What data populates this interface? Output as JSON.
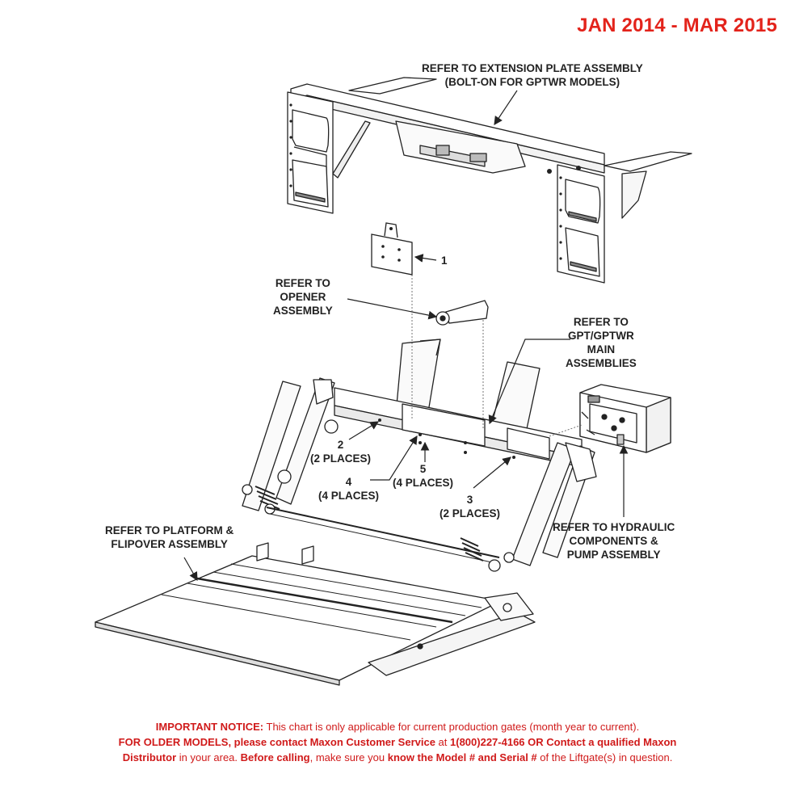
{
  "header": {
    "date_range": "JAN 2014 - MAR 2015"
  },
  "callouts": {
    "extension_plate": [
      "REFER TO EXTENSION PLATE ASSEMBLY",
      "(BOLT-ON FOR GPTWR MODELS)"
    ],
    "opener": [
      "REFER TO",
      "OPENER",
      "ASSEMBLY"
    ],
    "main_assemblies": [
      "REFER TO",
      "GPT/GPTWR",
      "MAIN",
      "ASSEMBLIES"
    ],
    "hydraulic": [
      "REFER TO HYDRAULIC",
      "COMPONENTS &",
      "PUMP ASSEMBLY"
    ],
    "platform": [
      "REFER TO PLATFORM &",
      "FLIPOVER ASSEMBLY"
    ]
  },
  "part_labels": {
    "p1": "1",
    "p2": [
      "2",
      "(2 PLACES)"
    ],
    "p3": [
      "3",
      "(2 PLACES)"
    ],
    "p4": [
      "4",
      "(4 PLACES)"
    ],
    "p5": [
      "5",
      "(4 PLACES)"
    ]
  },
  "notice": {
    "l1_b": "IMPORTANT NOTICE:",
    "l1_t": " This chart is only applicable for current production gates (month year to current).",
    "l2_b1": "FOR OLDER MODELS, please contact Maxon Customer Service",
    "l2_t1": " at ",
    "l2_b2": "1(800)227-4166 OR Contact a qualified Maxon",
    "l3_b1": "Distributor",
    "l3_t1": " in your area. ",
    "l3_b2": "Before calling",
    "l3_t2": ", make sure you ",
    "l3_b3": "know the Model # and Serial #",
    "l3_t3": " of the Liftgate(s) in question."
  },
  "colors": {
    "accent": "#e3231b",
    "notice": "#d01a1a",
    "line": "#222222"
  }
}
